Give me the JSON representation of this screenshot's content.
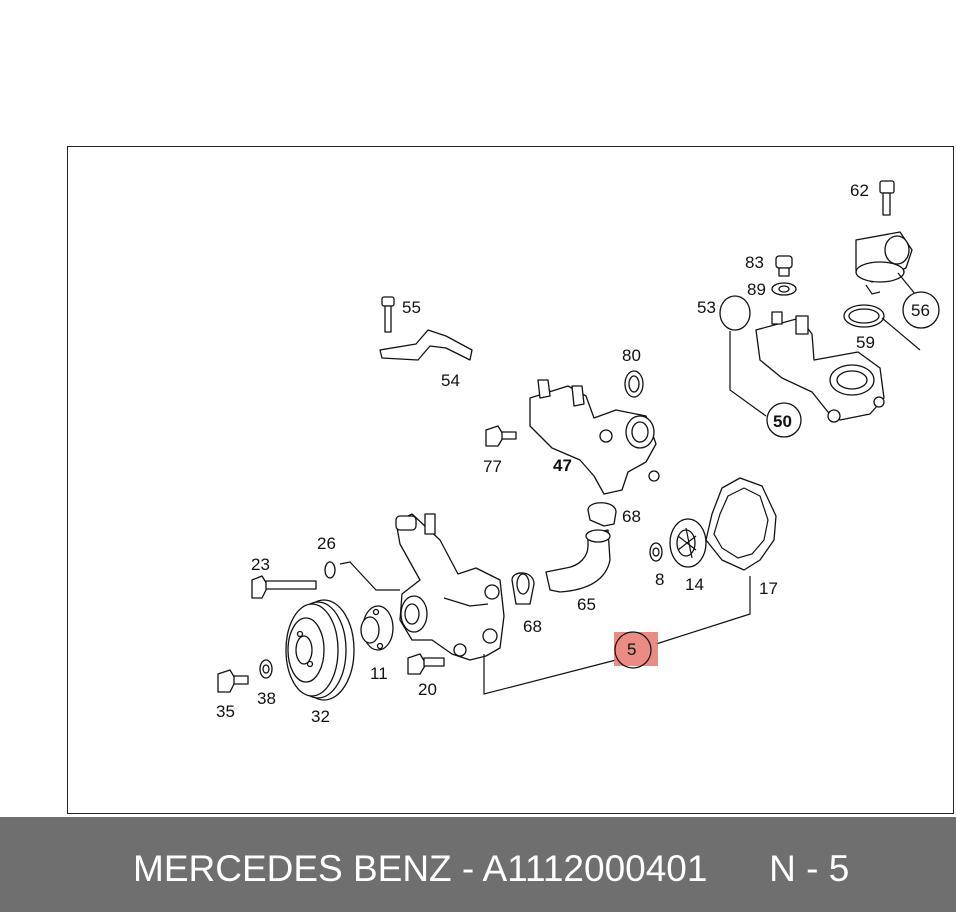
{
  "diagram": {
    "labels": {
      "l62": "62",
      "l83": "83",
      "l89": "89",
      "l53": "53",
      "l56": "56",
      "l59": "59",
      "l50": "50",
      "l55": "55",
      "l54": "54",
      "l80": "80",
      "l77": "77",
      "l47": "47",
      "l68a": "68",
      "l26": "26",
      "l23": "23",
      "l8": "8",
      "l14": "14",
      "l17": "17",
      "l65": "65",
      "l68b": "68",
      "l11": "11",
      "l20": "20",
      "l35": "35",
      "l38": "38",
      "l32": "32",
      "l5": "5"
    },
    "highlight_color": "#e8786e"
  },
  "footer": {
    "text": "MERCEDES BENZ - A1112000401      N - 5"
  }
}
